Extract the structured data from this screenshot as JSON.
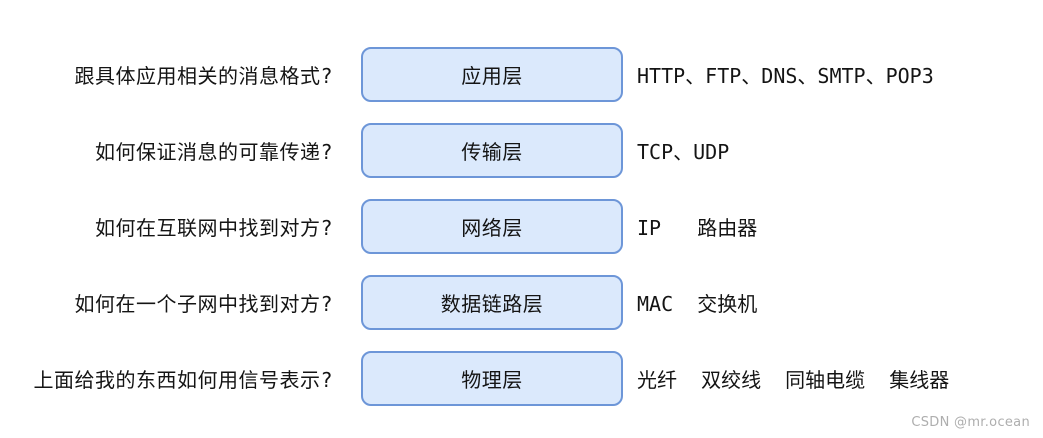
{
  "diagram": {
    "rows": [
      {
        "question": "跟具体应用相关的消息格式?",
        "layer": "应用层",
        "protocols": "HTTP、FTP、DNS、SMTP、POP3"
      },
      {
        "question": "如何保证消息的可靠传递?",
        "layer": "传输层",
        "protocols": "TCP、UDP"
      },
      {
        "question": "如何在互联网中找到对方?",
        "layer": "网络层",
        "protocols": "IP   路由器"
      },
      {
        "question": "如何在一个子网中找到对方?",
        "layer": "数据链路层",
        "protocols": "MAC  交换机"
      },
      {
        "question": "上面给我的东西如何用信号表示?",
        "layer": "物理层",
        "protocols": "光纤  双绞线  同轴电缆  集线器"
      }
    ],
    "colors": {
      "box_fill": "#dbe9fc",
      "box_border": "#6d96d8"
    }
  },
  "watermark": "CSDN @mr.ocean"
}
